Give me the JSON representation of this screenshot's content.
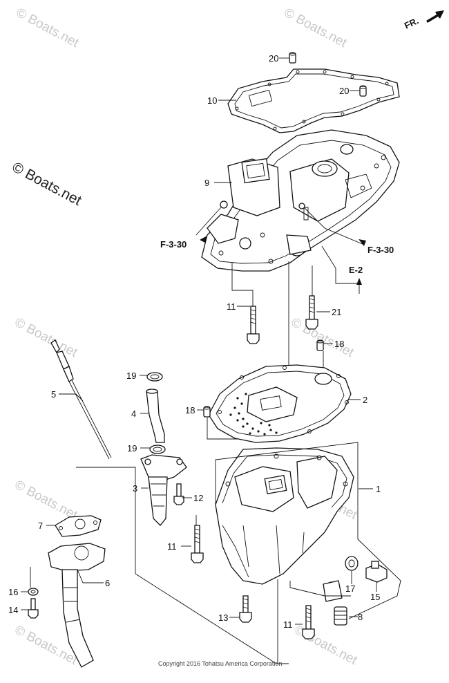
{
  "watermarks": {
    "primary": "© Boats.net",
    "tiles": [
      "© Boats.net",
      "© Boats.net",
      "© Boats.net",
      "© Boats.net",
      "© Boats.net",
      "© Boats.net",
      "© Boats.net",
      "© Boats.net"
    ]
  },
  "direction": {
    "label": "FR."
  },
  "references": {
    "f330_left": "F-3-30",
    "f330_right": "F-3-30",
    "e2": "E-2"
  },
  "callouts": {
    "p1": "1",
    "p2": "2",
    "p3": "3",
    "p4": "4",
    "p5": "5",
    "p6": "6",
    "p7": "7",
    "p8": "8",
    "p9": "9",
    "p10": "10",
    "p11a": "11",
    "p11b": "11",
    "p11c": "11",
    "p12": "12",
    "p13": "13",
    "p14": "14",
    "p15": "15",
    "p16": "16",
    "p17": "17",
    "p18a": "18",
    "p18b": "18",
    "p19a": "19",
    "p19b": "19",
    "p20a": "20",
    "p20b": "20",
    "p21": "21"
  },
  "copyright": "Copyright 2016 Tohatsu America Corporation",
  "colors": {
    "line": "#111111",
    "watermark": "#c8c8c8",
    "background": "#ffffff"
  }
}
